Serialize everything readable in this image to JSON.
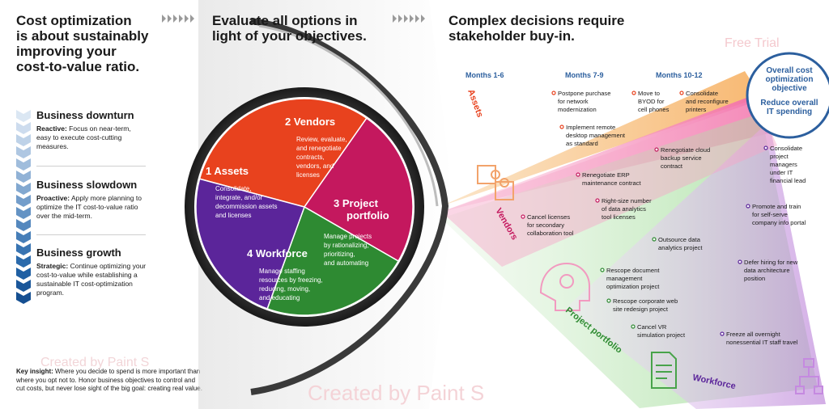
{
  "left": {
    "headline": [
      "Cost optimization",
      "is about sustainably",
      "improving your",
      "cost-to-value ratio."
    ],
    "levels": [
      {
        "title": "Business downturn",
        "desc_lead": "Reactive:",
        "desc": [
          " Focus on near-term,",
          "easy to execute cost-cutting",
          "measures."
        ]
      },
      {
        "title": "Business slowdown",
        "desc_lead": "Proactive:",
        "desc": [
          " Apply more planning to",
          "optimize the IT cost-to-value ratio",
          "over the mid-term."
        ]
      },
      {
        "title": "Business growth",
        "desc_lead": "Strategic:",
        "desc": [
          " Continue optimizing your",
          "cost-to-value while establishing a",
          "sustainable IT cost-optimization",
          "program."
        ]
      }
    ],
    "key_insight_lead": "Key insight:",
    "key_insight": [
      " Where you decide to spend is more important than",
      "where you opt not to. Honor business objectives to control and",
      "cut costs, but never lose sight of the big goal: creating real value."
    ]
  },
  "middle": {
    "headline": [
      "Evaluate all options in",
      "light of your objectives."
    ],
    "wedges": [
      {
        "num": "1",
        "title": "Assets",
        "lines": [
          "Consolidate,",
          "integrate, and/or",
          "decommission assets",
          "and licenses"
        ],
        "color": "#e8421e"
      },
      {
        "num": "2",
        "title": "Vendors",
        "lines": [
          "Review, evaluate,",
          "and renegotiate",
          "contracts,",
          "vendors, and",
          "licenses"
        ],
        "color": "#c4185e"
      },
      {
        "num": "3",
        "title": "Project",
        "title2": "portfolio",
        "lines": [
          "Manage projects",
          "by rationalizing,",
          "prioritizing,",
          "and automating"
        ],
        "color": "#2e8a32"
      },
      {
        "num": "4",
        "title": "Workforce",
        "lines": [
          "Manage staffing",
          "resources by freezing,",
          "reducing, moving,",
          "and educating"
        ],
        "color": "#5b259a"
      }
    ]
  },
  "right": {
    "headline": [
      "Complex decisions require",
      "stakeholder buy-in."
    ],
    "months": [
      "Months 1-6",
      "Months 7-9",
      "Months 10-12"
    ],
    "objective": {
      "title": [
        "Overall cost",
        "optimization",
        "objective"
      ],
      "sub": [
        "Reduce overall",
        "IT spending"
      ]
    },
    "categories": {
      "assets": "Assets",
      "vendors": "Vendors",
      "project": "Project portfolio",
      "workforce": "Workforce"
    },
    "actions": [
      {
        "id": "postpone",
        "lines": [
          "Postpone purchase",
          "for network",
          "modernization"
        ]
      },
      {
        "id": "byod",
        "lines": [
          "Move to",
          "BYOD for",
          "cell phones"
        ]
      },
      {
        "id": "printers",
        "lines": [
          "Consolidate",
          "and reconfigure",
          "printers"
        ]
      },
      {
        "id": "remote",
        "lines": [
          "Implement remote",
          "desktop management",
          "as standard"
        ]
      },
      {
        "id": "cloud",
        "lines": [
          "Renegotiate cloud",
          "backup service",
          "contract"
        ]
      },
      {
        "id": "erp",
        "lines": [
          "Renegotiate ERP",
          "maintenance contract"
        ]
      },
      {
        "id": "rightsize",
        "lines": [
          "Right-size number",
          "of data analytics",
          "tool licenses"
        ]
      },
      {
        "id": "cancel",
        "lines": [
          "Cancel licenses",
          "for secondary",
          "collaboration tool"
        ]
      },
      {
        "id": "consolidate-pm",
        "lines": [
          "Consolidate",
          "project",
          "managers",
          "under IT",
          "financial lead"
        ]
      },
      {
        "id": "promote",
        "lines": [
          "Promote and train",
          "for self-serve",
          "company info portal"
        ]
      },
      {
        "id": "outsource",
        "lines": [
          "Outsource data",
          "analytics project"
        ]
      },
      {
        "id": "defer",
        "lines": [
          "Defer hiring for new",
          "data architecture",
          "position"
        ]
      },
      {
        "id": "rescope-doc",
        "lines": [
          "Rescope document",
          "management",
          "optimization project"
        ]
      },
      {
        "id": "rescope-web",
        "lines": [
          "Rescope corporate web",
          "site redesign project"
        ]
      },
      {
        "id": "cancel-vr",
        "lines": [
          "Cancel VR",
          "simulation project"
        ]
      },
      {
        "id": "freeze",
        "lines": [
          "Freeze all overnight",
          "nonessential IT staff travel"
        ]
      }
    ]
  },
  "watermarks": {
    "free_trial": "Free Trial",
    "created_small": "Created by Paint S",
    "created_big": "Created by Paint S"
  },
  "colors": {
    "assets": "#e8421e",
    "vendors": "#c4185e",
    "project": "#2e8a32",
    "workforce": "#5b259a",
    "accent_blue": "#2c5f9e",
    "chevron": "#a9c2dc"
  }
}
